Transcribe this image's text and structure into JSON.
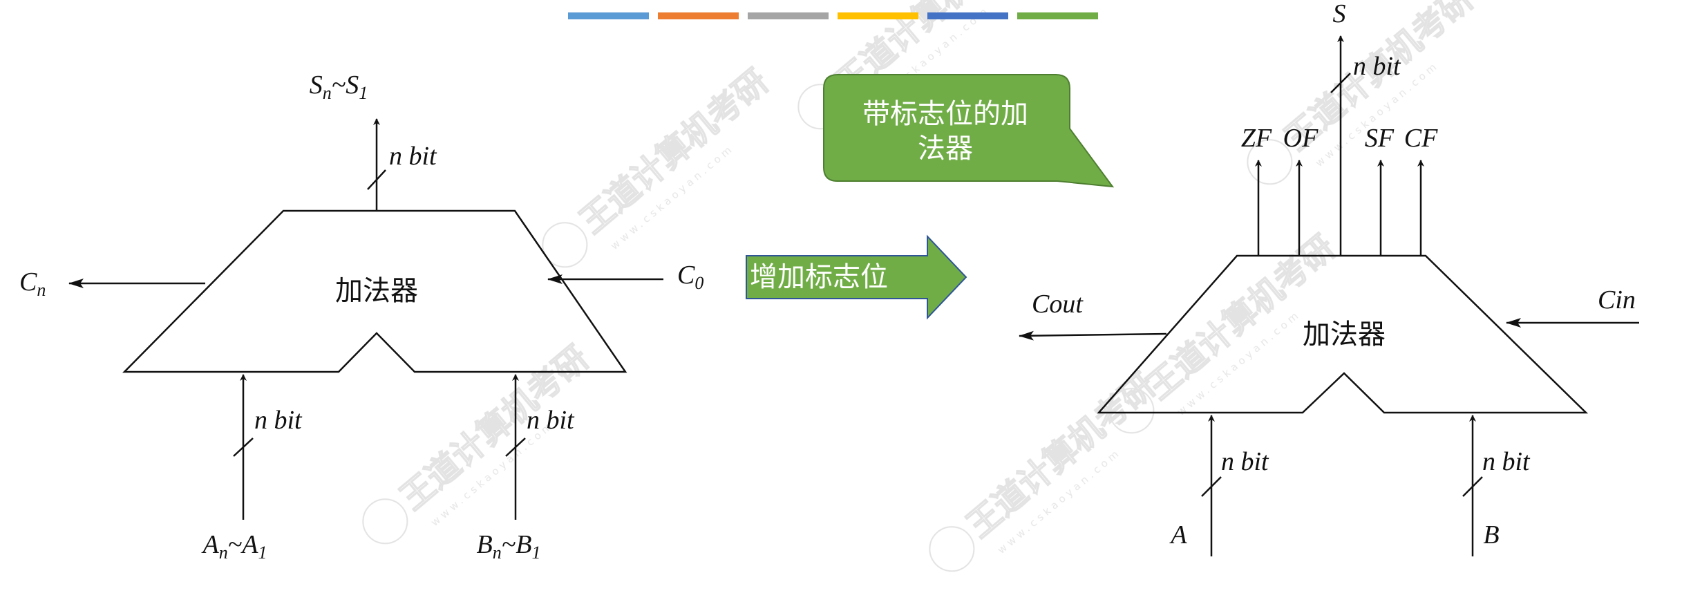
{
  "colors": {
    "color_bar": [
      "#5b9bd5",
      "#ed7d31",
      "#a5a5a5",
      "#ffc000",
      "#4472c4",
      "#70ad47"
    ],
    "callout_fill": "#70ad47",
    "callout_stroke": "#4e7f30",
    "arrow_fill": "#70ad47",
    "arrow_stroke": "#2f5597",
    "line": "#111111"
  },
  "left_adder": {
    "body_label": "加法器",
    "sum_output": "S<sub>n</sub>~S<sub>1</sub>",
    "sum_width": "n bit",
    "carry_out": "C<sub>n</sub>",
    "carry_in": "C<sub>0</sub>",
    "input_a": "A<sub>n</sub>~A<sub>1</sub>",
    "input_a_width": "n bit",
    "input_b": "B<sub>n</sub>~B<sub>1</sub>",
    "input_b_width": "n bit"
  },
  "transition_arrow": {
    "label": "增加标志位"
  },
  "callout": {
    "line1": "带标志位的加",
    "line2": "法器"
  },
  "right_adder": {
    "body_label": "加法器",
    "sum_output": "S",
    "sum_width": "n bit",
    "flags": [
      "ZF",
      "OF",
      "SF",
      "CF"
    ],
    "carry_out": "Cout",
    "carry_in": "Cin",
    "input_a": "A",
    "input_a_width": "n bit",
    "input_b": "B",
    "input_b_width": "n bit"
  },
  "watermark": {
    "text": "王道计算机考研",
    "url": "www.cskaoyan.com"
  }
}
